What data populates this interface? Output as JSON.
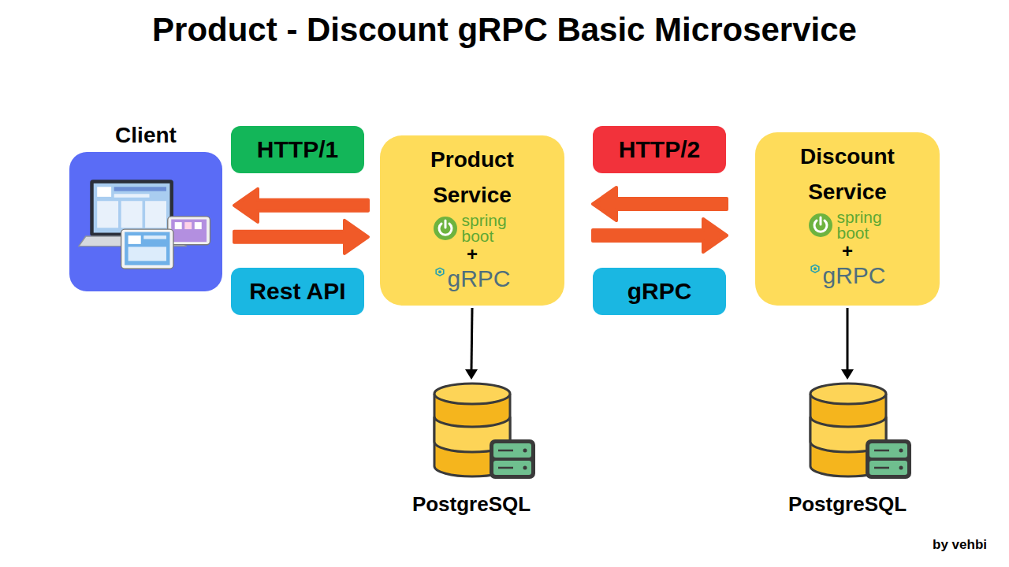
{
  "diagram": {
    "title": "Product - Discount gRPC Basic Microservice",
    "nodes": [
      {
        "text": [
          "Client"
        ]
      },
      {
        "text": [
          "HTTP/1"
        ]
      },
      {
        "text": [
          "Rest API"
        ]
      },
      {
        "text": [
          "Product Service",
          "spring boot",
          "+",
          "gRPC"
        ]
      },
      {
        "text": [
          "HTTP/2"
        ]
      },
      {
        "text": [
          "gRPC"
        ]
      },
      {
        "text": [
          "Discount Service",
          "spring boot",
          "+",
          "gRPC"
        ]
      },
      {
        "text": [
          "PostgreSQL"
        ]
      },
      {
        "text": [
          "PostgreSQL"
        ]
      }
    ],
    "edges": [
      {
        "from": 0,
        "to": 3,
        "arrow": "both"
      },
      {
        "from": 3,
        "to": 6,
        "arrow": "both"
      },
      {
        "from": 3,
        "to": 7,
        "arrow": "to"
      },
      {
        "from": 6,
        "to": 8,
        "arrow": "to"
      }
    ],
    "labels": [
      "by vehbi"
    ]
  }
}
